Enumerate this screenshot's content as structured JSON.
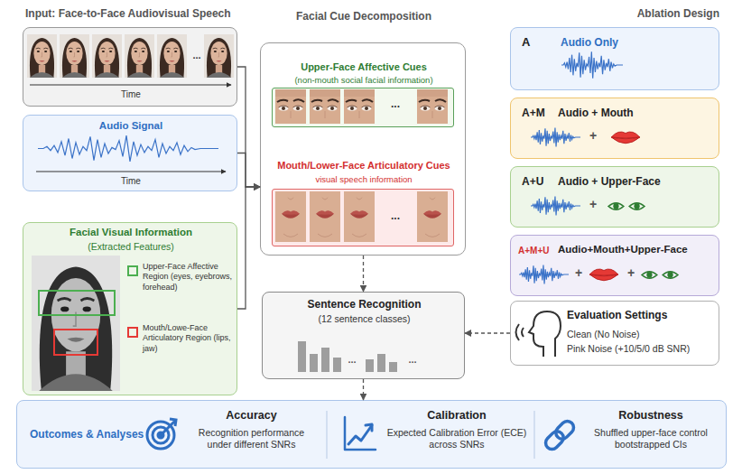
{
  "diagram": {
    "nodes": [
      {
        "text": [
          "Time"
        ]
      },
      {
        "text": [
          "Audio Signal",
          "Time"
        ]
      },
      {
        "text": [
          "Facial Visual Information",
          "(Extracted Features)"
        ]
      },
      {
        "text": [
          "Facial Cue Decomposition"
        ]
      },
      {
        "text": [
          "Upper-Face Affective Cues",
          "(non-mouth social facial information)"
        ],
        "in": 3
      },
      {
        "text": [
          "Mouth/Lower-Face Articulatory Cues",
          "visual speech information"
        ],
        "in": 3
      },
      {
        "text": [
          "Sentence Recognition",
          "(12 sentence classes)"
        ]
      },
      {
        "text": [
          "A",
          "Audio Only"
        ]
      },
      {
        "text": [
          "A+M",
          "Audio + Mouth"
        ]
      },
      {
        "text": [
          "A+U",
          "Audio + Upper-Face"
        ]
      },
      {
        "text": [
          "A+M+U",
          "Audio+Mouth+Upper-Face"
        ]
      },
      {
        "text": [
          "Evaluation Settings",
          "Clean (No Noise)",
          "Pink Noise (+10/5/0 dB SNR)"
        ]
      },
      {
        "text": [
          "Outcomes & Analyses"
        ]
      },
      {
        "text": [
          "Accuracy",
          "Recognition performance under different SNRs"
        ],
        "in": 12
      },
      {
        "text": [
          "Calibration",
          "Expected Calibration Error (ECE) across SNRs"
        ],
        "in": 12
      },
      {
        "text": [
          "Robustness",
          "Shuffled upper-face control bootstrapped CIs"
        ],
        "in": 12
      }
    ],
    "edges": [
      {
        "from": 0,
        "to": 3,
        "arrow": "to"
      },
      {
        "from": 1,
        "to": 3,
        "arrow": "to"
      },
      {
        "from": 2,
        "to": 3,
        "arrow": "to"
      },
      {
        "from": 3,
        "to": 6,
        "arrow": "to"
      },
      {
        "from": 11,
        "to": 6,
        "arrow": "to"
      },
      {
        "from": 6,
        "to": 12,
        "arrow": "to"
      }
    ],
    "labels": [
      "Input: Face-to-Face Audiovisual Speech",
      "Ablation Design",
      "...",
      "...",
      "...",
      "...",
      "...",
      "+",
      "+",
      "+",
      "+"
    ],
    "legend": [
      {
        "text": "Upper-Face Affective Region (eyes, eyebrows, forehead)",
        "color": "#4caf50"
      },
      {
        "text": "Mouth/Lowe-Face Articulatory Region (lips, jaw)",
        "color": "#e53935"
      }
    ]
  }
}
